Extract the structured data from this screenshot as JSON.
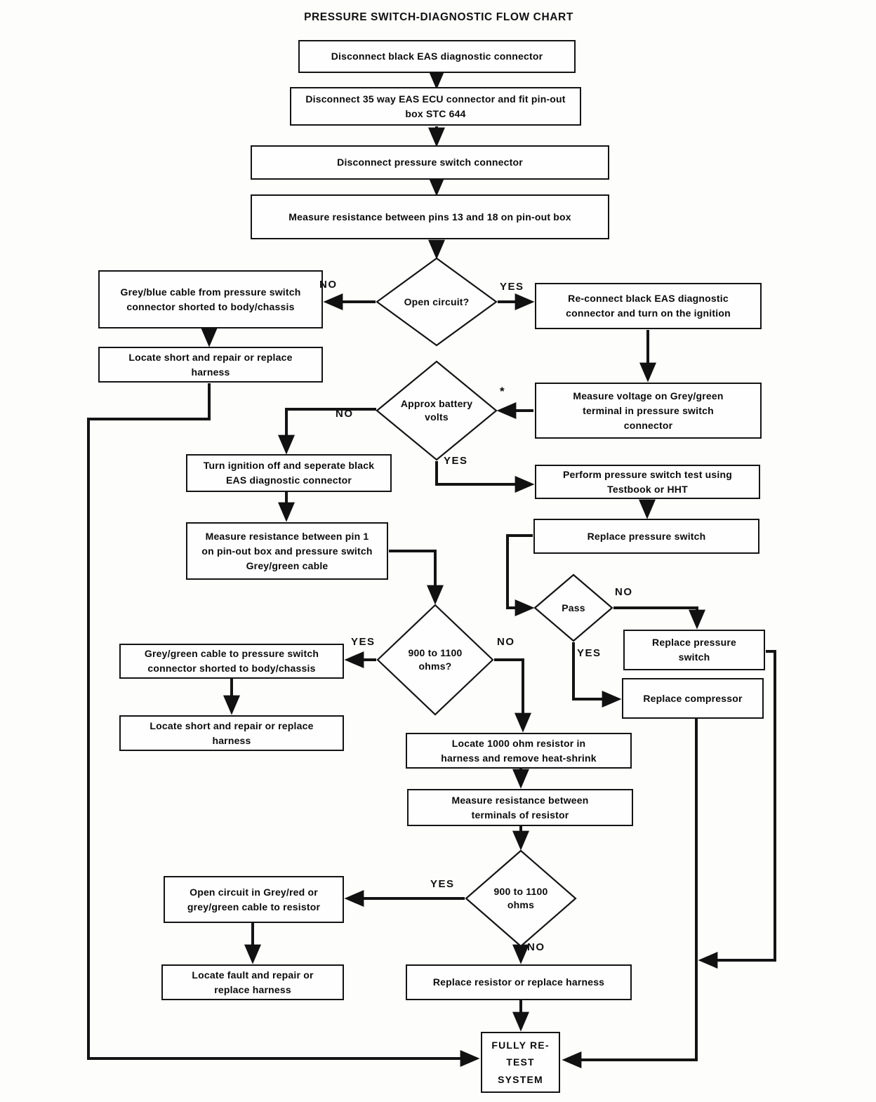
{
  "title": "PRESSURE SWITCH-DIAGNOSTIC FLOW CHART",
  "edge_labels": {
    "yes": "YES",
    "no": "NO",
    "note_mark": "*"
  },
  "nodes": {
    "disconnect_black": "Disconnect black EAS diagnostic connector",
    "disconnect_35way": "Disconnect 35 way EAS ECU connector and fit pin-out box STC 644",
    "disconnect_pressure_switch": "Disconnect pressure switch connector",
    "measure_pins_13_18": "Measure resistance between pins 13 and 18 on pin-out box",
    "open_circuit_q": "Open circuit?",
    "greyblue_shorted": "Grey/blue cable from pressure switch connector shorted to body/chassis",
    "locate_short_1": "Locate short and repair or replace harness",
    "reconnect_black": "Re-connect black EAS diagnostic connector and turn on the ignition",
    "measure_voltage": "Measure voltage on Grey/green terminal in pressure switch connector",
    "approx_battery_q": "Approx battery volts",
    "turn_ignition_off": "Turn ignition off and seperate black EAS diagnostic connector",
    "perform_test": "Perform pressure switch test using Testbook or HHT",
    "replace_pressure_switch_1": "Replace pressure switch",
    "measure_pin1": "Measure resistance between pin 1 on pin-out box and pressure switch Grey/green cable",
    "pass_q": "Pass",
    "ohms_q1": "900 to 1100 ohms?",
    "replace_pressure_switch_2": "Replace pressure switch",
    "replace_compressor": "Replace compressor",
    "greygreen_shorted": "Grey/green cable to pressure switch connector shorted to body/chassis",
    "locate_short_2": "Locate short and repair or replace harness",
    "locate_resistor": "Locate 1000 ohm resistor in harness and remove heat-shrink",
    "measure_terminals": "Measure resistance between terminals of resistor",
    "ohms_q2": "900 to 1100 ohms",
    "open_circuit_greyred": "Open circuit in Grey/red or grey/green cable to resistor",
    "locate_fault": "Locate fault and repair or replace harness",
    "replace_resistor": "Replace resistor or replace harness",
    "fully_retest": "FULLY RE-TEST SYSTEM"
  }
}
